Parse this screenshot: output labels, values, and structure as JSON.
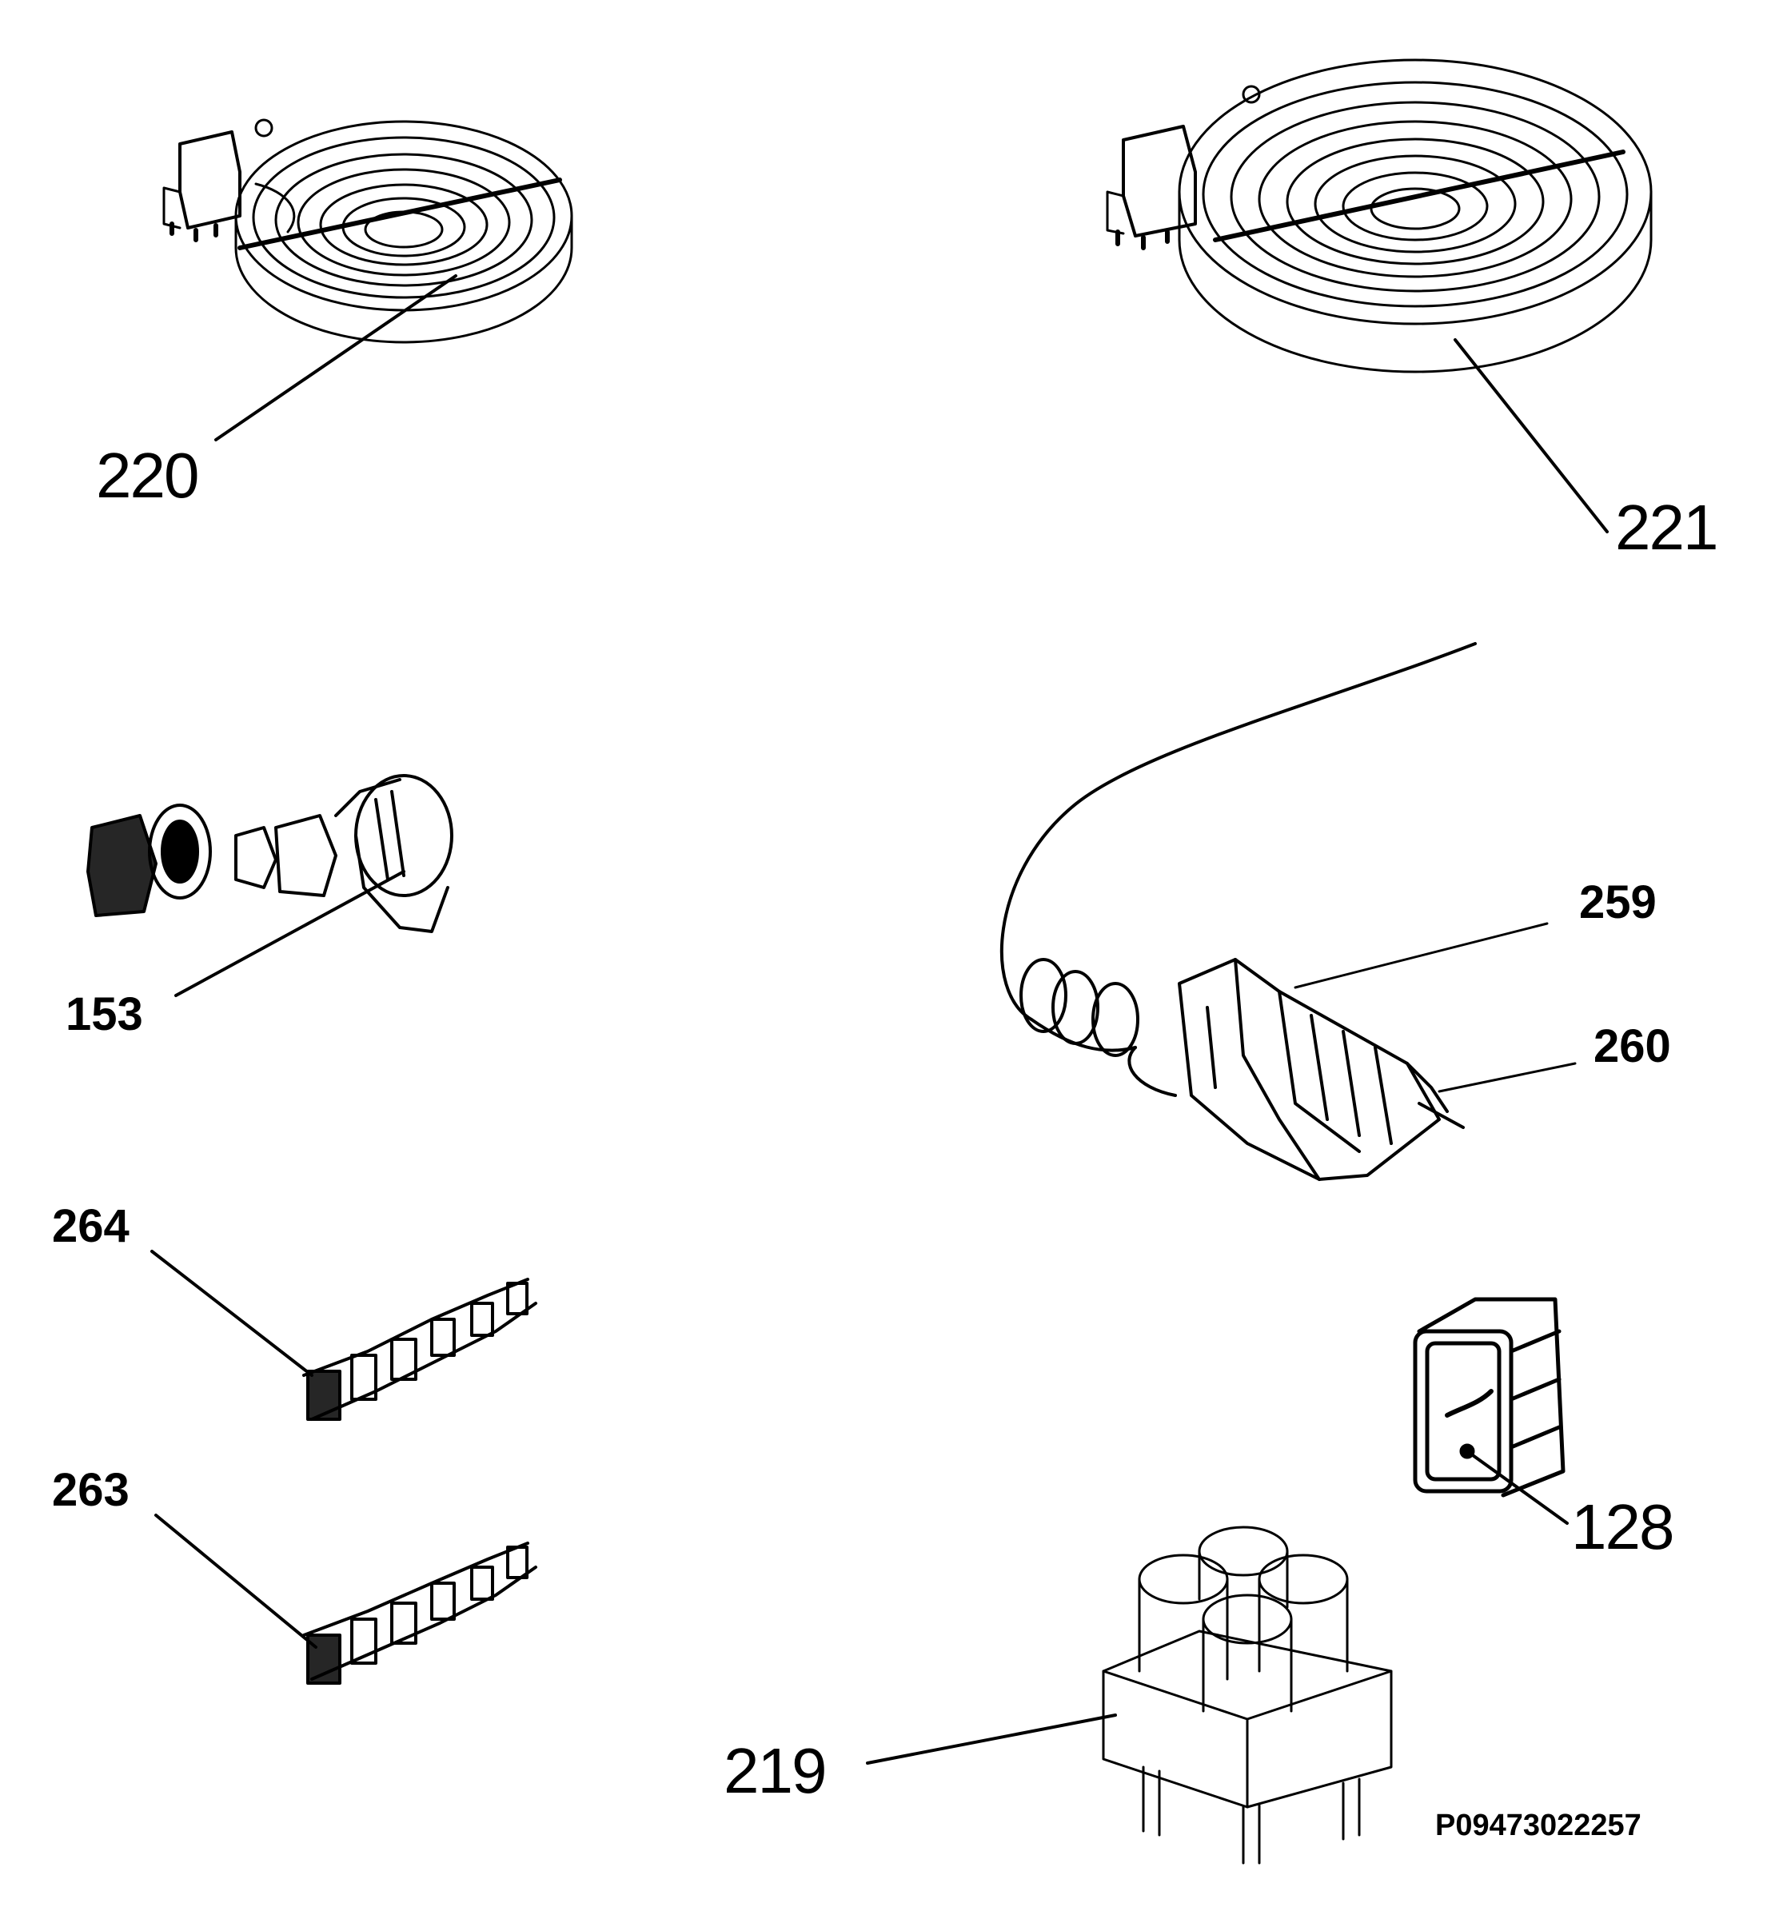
{
  "callouts": {
    "p220": "220",
    "p221": "221",
    "p153": "153",
    "p259": "259",
    "p260": "260",
    "p264": "264",
    "p263": "263",
    "p128": "128",
    "p219": "219"
  },
  "reference_code": "P09473022257",
  "colors": {
    "ink": "#000000",
    "paper": "#ffffff"
  }
}
